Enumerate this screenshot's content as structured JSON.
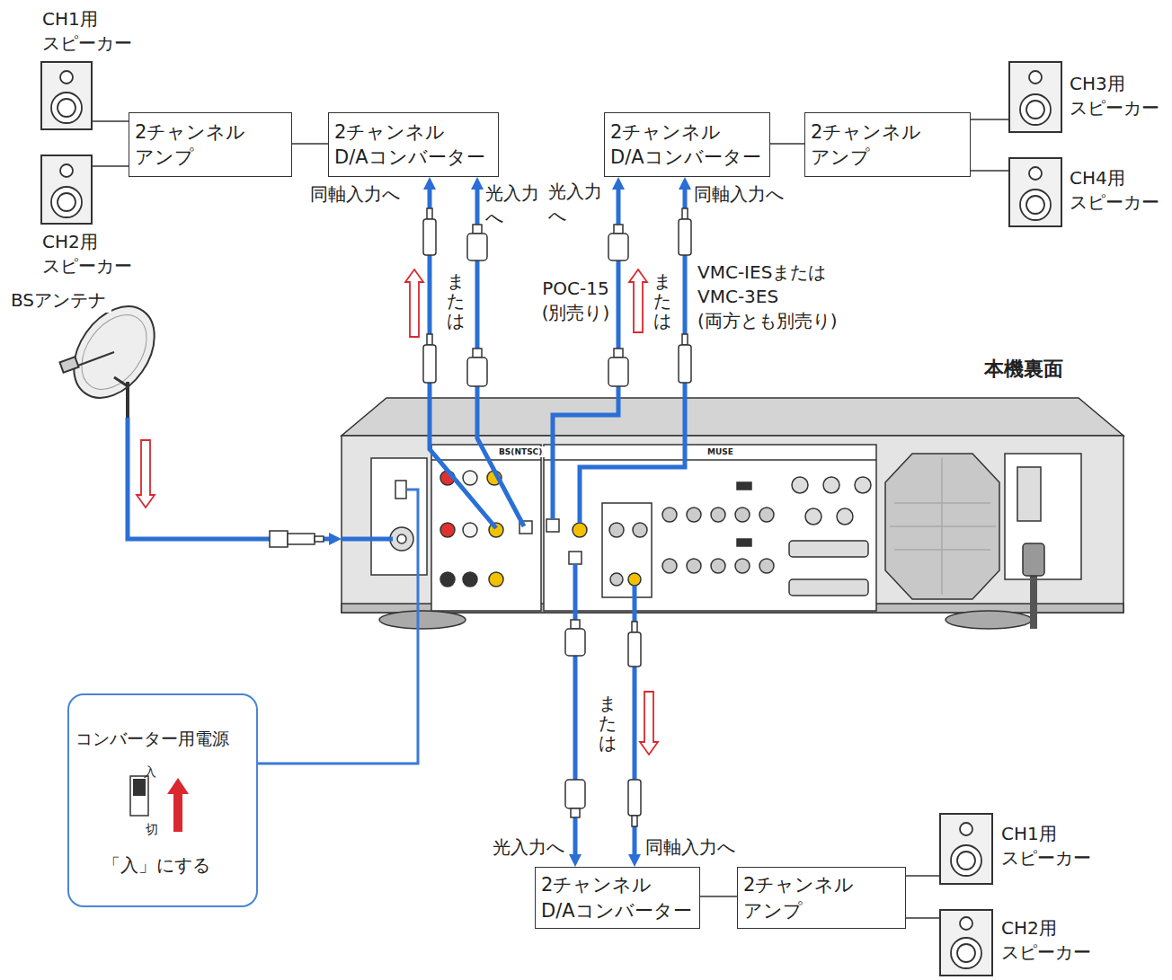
{
  "diagram": {
    "nodes": [
      {
        "text": [
          "CH1用 スピーカー"
        ]
      },
      {
        "text": [
          "2チャンネル アンプ"
        ]
      },
      {
        "text": [
          "2チャンネル D/Aコンバーター"
        ]
      },
      {
        "text": [
          "2チャンネル D/Aコンバーター"
        ]
      },
      {
        "text": [
          "2チャンネル アンプ"
        ]
      },
      {
        "text": [
          "CH3用 スピーカー"
        ]
      },
      {
        "text": [
          "CH2用 スピーカー"
        ]
      },
      {
        "text": [
          "CH4用 スピーカー"
        ]
      },
      {
        "text": [
          "BSアンテナ"
        ]
      },
      {
        "text": [
          "本機裏面"
        ]
      },
      {
        "text": [
          "コンバーター用電源",
          "入",
          "切",
          "「入」にする"
        ]
      },
      {
        "text": [
          "2チャンネル D/Aコンバーター"
        ]
      },
      {
        "text": [
          "2チャンネル アンプ"
        ]
      },
      {
        "text": [
          "CH1用 スピーカー"
        ]
      },
      {
        "text": [
          "CH2用 スピーカー"
        ]
      }
    ],
    "edges": [
      {
        "from": 0,
        "to": 1,
        "arrow": "none"
      },
      {
        "from": 6,
        "to": 1,
        "arrow": "none"
      },
      {
        "from": 1,
        "to": 2,
        "arrow": "none"
      },
      {
        "from": 9,
        "to": 2,
        "arrow": "to"
      },
      {
        "from": 9,
        "to": 2,
        "arrow": "to"
      },
      {
        "from": 9,
        "to": 3,
        "arrow": "to"
      },
      {
        "from": 9,
        "to": 3,
        "arrow": "to"
      },
      {
        "from": 3,
        "to": 4,
        "arrow": "none"
      },
      {
        "from": 4,
        "to": 5,
        "arrow": "none"
      },
      {
        "from": 4,
        "to": 7,
        "arrow": "none"
      },
      {
        "from": 8,
        "to": 9,
        "arrow": "to"
      },
      {
        "from": 10,
        "to": 9,
        "arrow": "none"
      },
      {
        "from": 9,
        "to": 11,
        "arrow": "to"
      },
      {
        "from": 9,
        "to": 11,
        "arrow": "to"
      },
      {
        "from": 11,
        "to": 12,
        "arrow": "none"
      },
      {
        "from": 12,
        "to": 13,
        "arrow": "none"
      },
      {
        "from": 12,
        "to": 14,
        "arrow": "none"
      }
    ],
    "labels": [
      "同軸入力へ",
      "光入力 へ",
      "光入力 へ",
      "同軸入力へ",
      "または",
      "または",
      "POC-15 (別売り)",
      "VMC-IESまたは VMC-3ES (両方とも別売り)",
      "BS(NTSC)",
      "MUSE",
      "または",
      "光入力へ",
      "同軸入力へ"
    ]
  }
}
